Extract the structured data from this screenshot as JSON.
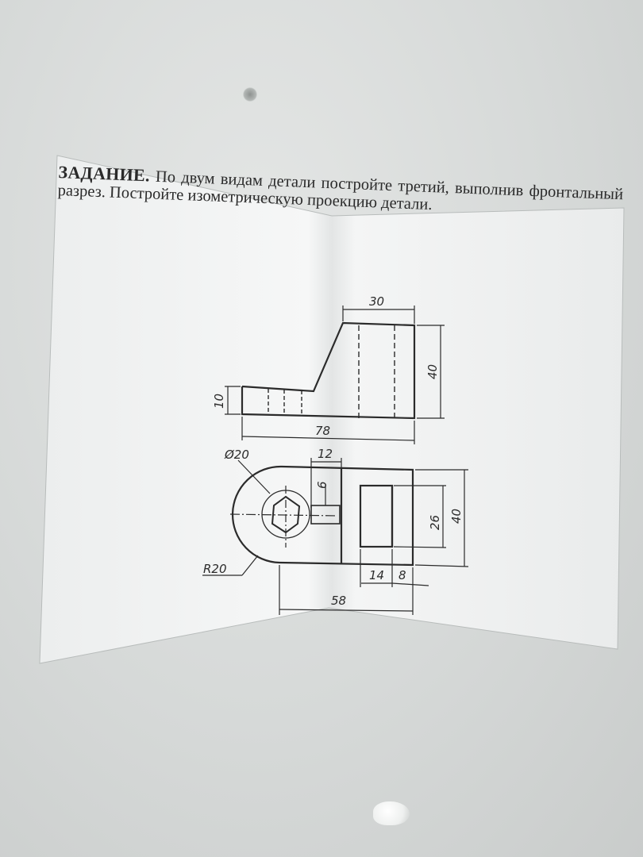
{
  "task": {
    "title": "ЗАДАНИЕ.",
    "body": "По двум видам детали постройте третий, выполнив фронтальный разрез. Постройте изометрическую проекцию детали."
  },
  "dimensions": {
    "d30": "30",
    "d40_front": "40",
    "d10": "10",
    "d78": "78",
    "d_phi20": "Ø20",
    "d12": "12",
    "d6": "6",
    "d26": "26",
    "d40_top": "40",
    "d_r20": "R20",
    "d14": "14",
    "d8": "8",
    "d58": "58"
  },
  "colors": {
    "paper": "#f3f4f4",
    "ink": "#2b2b2b",
    "table": "#d6d9d8"
  }
}
